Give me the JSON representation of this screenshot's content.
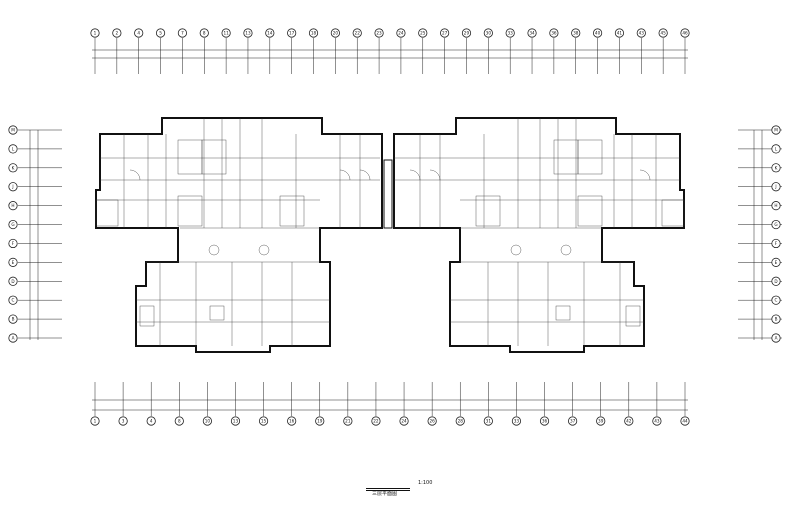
{
  "drawing": {
    "title": "三层平面图",
    "scale": "1:100"
  },
  "axes": {
    "top": [
      "1",
      "2",
      "4",
      "5",
      "7",
      "8",
      "11",
      "13",
      "14",
      "17",
      "18",
      "20",
      "22",
      "23",
      "24",
      "25",
      "27",
      "29",
      "30",
      "33",
      "34",
      "36",
      "38",
      "40",
      "41",
      "43",
      "45",
      "46"
    ],
    "bottom": [
      "1",
      "3",
      "4",
      "8",
      "10",
      "13",
      "15",
      "16",
      "19",
      "21",
      "22",
      "24",
      "26",
      "28",
      "31",
      "33",
      "36",
      "37",
      "39",
      "42",
      "43",
      "44"
    ],
    "left": [
      "M",
      "L",
      "K",
      "J",
      "H",
      "G",
      "F",
      "E",
      "D",
      "C",
      "B",
      "A"
    ],
    "right": [
      "M",
      "L",
      "K",
      "J",
      "H",
      "G",
      "F",
      "E",
      "D",
      "C",
      "B",
      "A"
    ]
  }
}
